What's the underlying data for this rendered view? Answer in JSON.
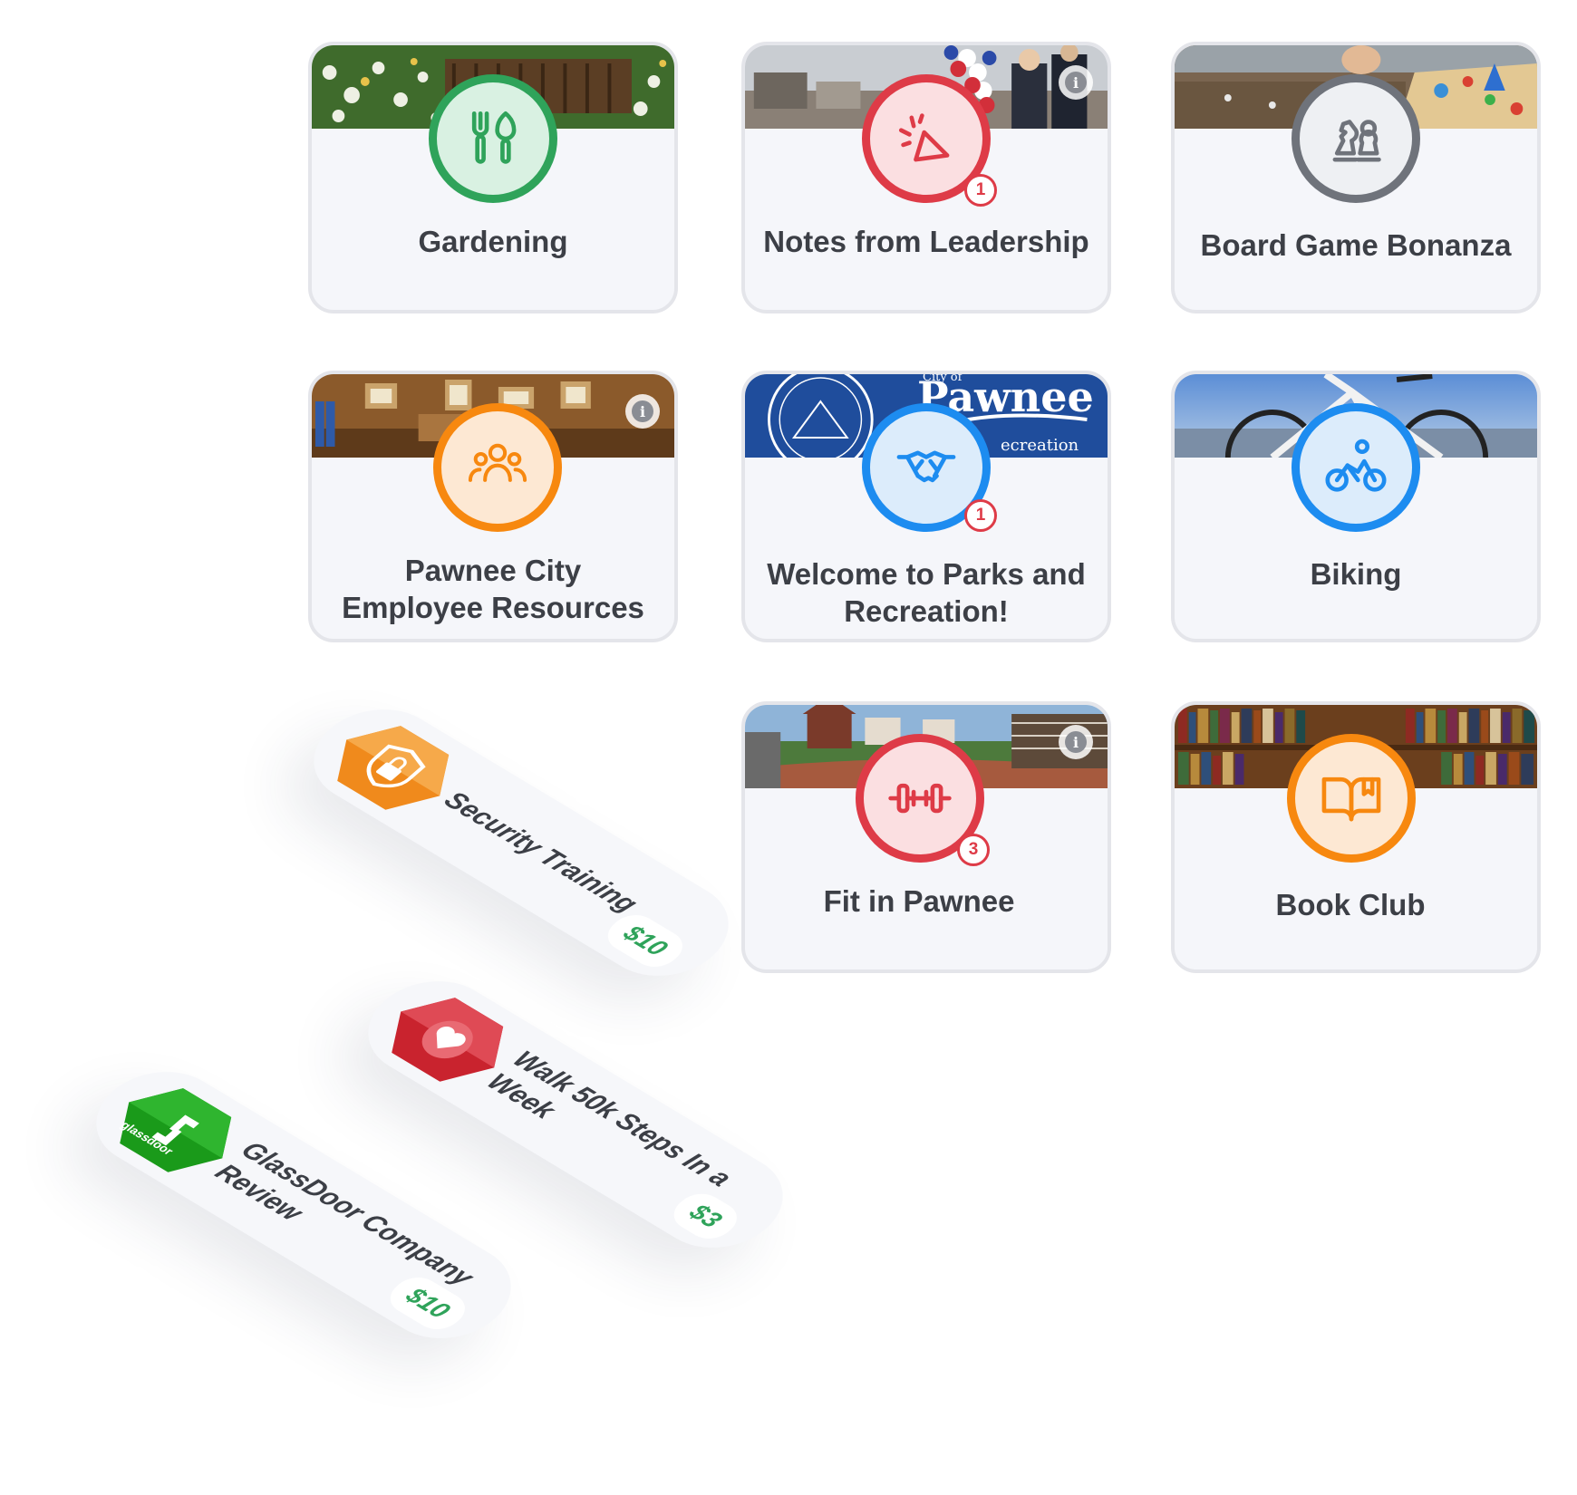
{
  "cards": [
    {
      "title": "Gardening",
      "icon": "garden-tools-icon",
      "color": "#2fa35a"
    },
    {
      "title": "Notes from Leadership",
      "icon": "megaphone-icon",
      "color": "#de3b47",
      "badge": "1"
    },
    {
      "title": "Board Game Bonanza",
      "icon": "chess-icon",
      "color": "#6f737b"
    },
    {
      "title": "Pawnee City Employee Resources",
      "icon": "people-icon",
      "color": "#f7880f"
    },
    {
      "title": "Welcome to Parks and Recreation!",
      "icon": "handshake-icon",
      "color": "#1d8cf0",
      "badge": "1",
      "banner_text": "Pawnee",
      "banner_subtext": "ecreation",
      "banner_small": "City of"
    },
    {
      "title": "Biking",
      "icon": "bicycle-icon",
      "color": "#1d8cf0"
    },
    {
      "title": "Fit in Pawnee",
      "icon": "dumbbell-icon",
      "color": "#de3b47",
      "badge": "3"
    },
    {
      "title": "Book Club",
      "icon": "book-icon",
      "color": "#f7880f"
    }
  ],
  "rewards": [
    {
      "name": "Security Training",
      "price": "$10",
      "icon": "shield-lock-icon",
      "color": "#f08a1c"
    },
    {
      "name": "Walk 50k Steps In a Week",
      "price": "$3",
      "icon": "heart-icon",
      "color": "#c9232e"
    },
    {
      "name": "GlassDoor Company Review",
      "price": "$10",
      "icon": "glassdoor-logo-icon",
      "color": "#1a9a1a",
      "logo_text": "glassdoor"
    }
  ],
  "colors": {
    "green": "#2fa35a",
    "red": "#de3b47",
    "gray": "#6f737b",
    "orange": "#f7880f",
    "blue": "#1d8cf0"
  }
}
